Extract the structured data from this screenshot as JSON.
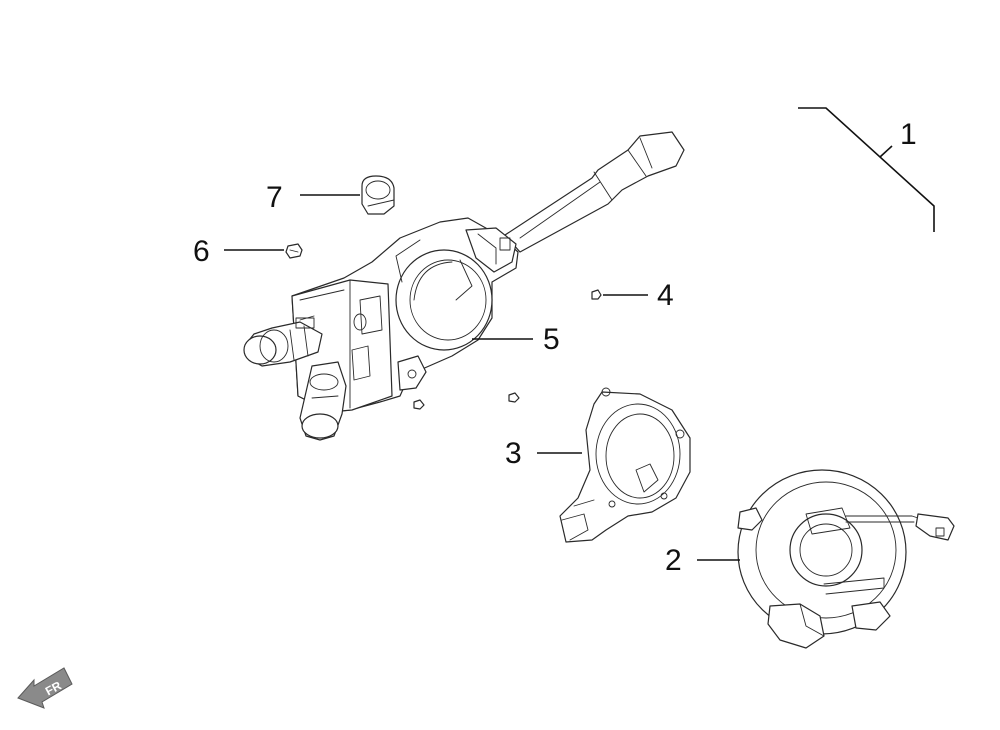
{
  "callouts": [
    {
      "id": "1",
      "label": "1"
    },
    {
      "id": "2",
      "label": "2"
    },
    {
      "id": "3",
      "label": "3"
    },
    {
      "id": "4",
      "label": "4"
    },
    {
      "id": "5",
      "label": "5"
    },
    {
      "id": "6",
      "label": "6"
    },
    {
      "id": "7",
      "label": "7"
    }
  ],
  "orientation": {
    "label": "FR"
  }
}
